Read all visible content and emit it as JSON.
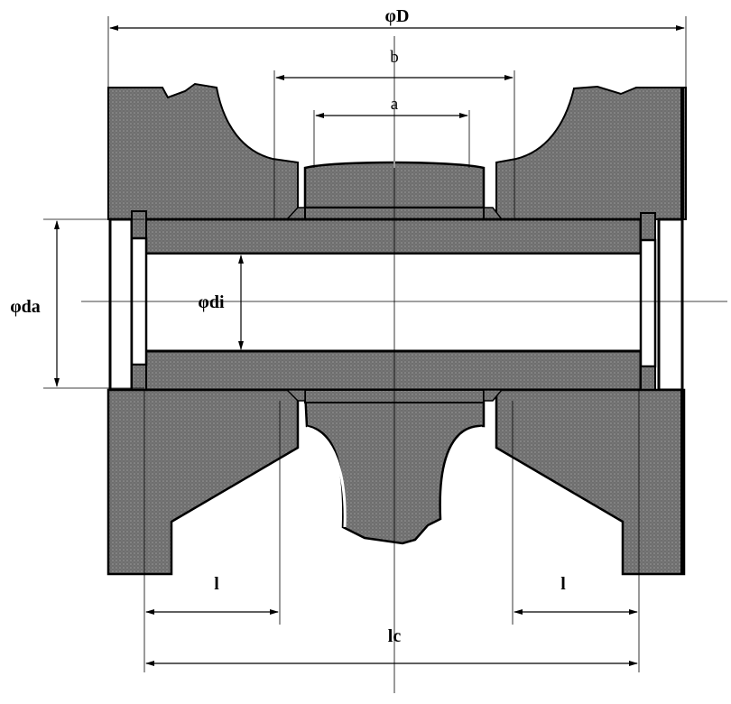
{
  "labels": {
    "outer_diameter": "φD",
    "width_b": "b",
    "width_a": "a",
    "outer_diameter_a": "φda",
    "inner_diameter": "φdi",
    "length_left": "l",
    "length_right": "l",
    "total_length": "lc"
  },
  "colors": {
    "hatch_fill": "#6e6e6e",
    "hatch_dots": "#9a9a9a",
    "outline": "#000000",
    "background": "#ffffff"
  }
}
